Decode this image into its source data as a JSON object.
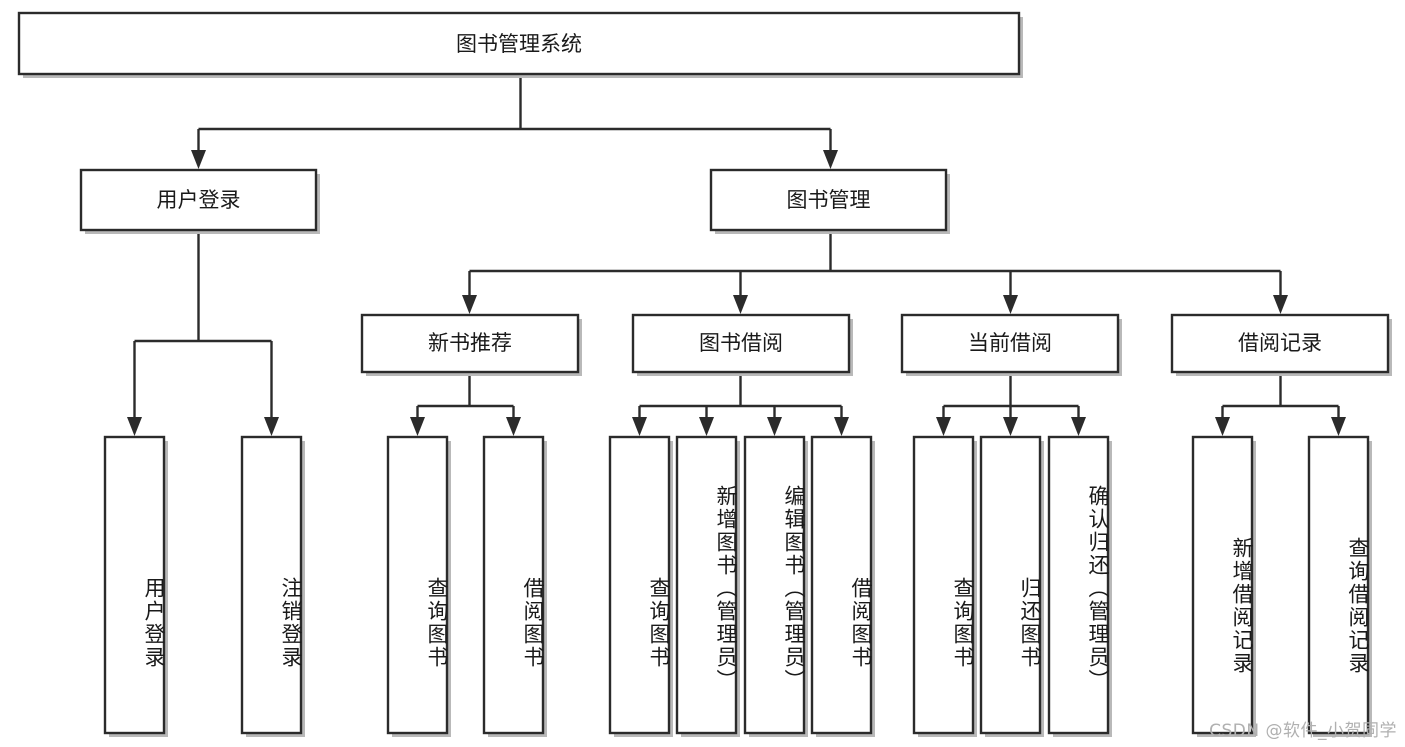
{
  "diagram": {
    "title": "图书管理系统",
    "type": "tree-hierarchy-diagram",
    "colors": {
      "stroke": "#2b2b2b",
      "fill": "#ffffff",
      "shadow": "#b9b9b9",
      "text": "#1a1a1a",
      "watermark": "#b0b0b0"
    },
    "root": {
      "label": "图书管理系统"
    },
    "level1": [
      {
        "label": "用户登录"
      },
      {
        "label": "图书管理"
      }
    ],
    "level2": [
      {
        "label": "新书推荐"
      },
      {
        "label": "图书借阅"
      },
      {
        "label": "当前借阅"
      },
      {
        "label": "借阅记录"
      }
    ],
    "leaves": {
      "user_login": [
        {
          "label": "用户登录"
        },
        {
          "label": "注销登录"
        }
      ],
      "new_book_recommend": [
        {
          "label": "查询图书"
        },
        {
          "label": "借阅图书"
        }
      ],
      "book_borrow": [
        {
          "label": "查询图书"
        },
        {
          "label": "新增图书（管理员）"
        },
        {
          "label": "编辑图书（管理员）"
        },
        {
          "label": "借阅图书"
        }
      ],
      "current_borrow": [
        {
          "label": "查询图书"
        },
        {
          "label": "归还图书"
        },
        {
          "label": "确认归还（管理员）"
        }
      ],
      "borrow_record": [
        {
          "label": "新增借阅记录"
        },
        {
          "label": "查询借阅记录"
        }
      ]
    },
    "watermark": "CSDN @软件_小贺同学"
  }
}
